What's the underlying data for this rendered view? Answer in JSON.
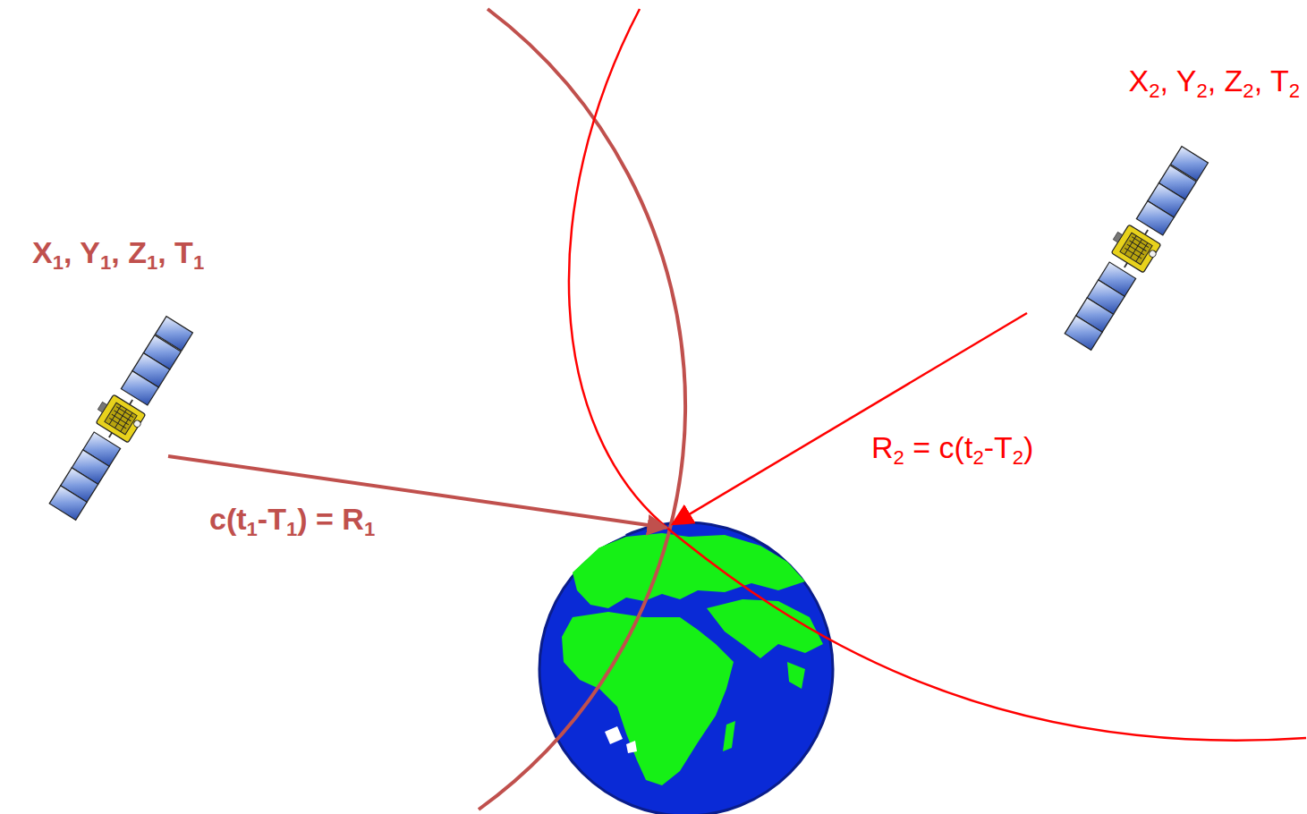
{
  "diagram": {
    "labels": [
      "X1, Y1, Z1, T1",
      "c(t1-T1) = R1",
      "R2 = c(t2-T2)",
      "X2, Y2, Z2, T2"
    ]
  }
}
